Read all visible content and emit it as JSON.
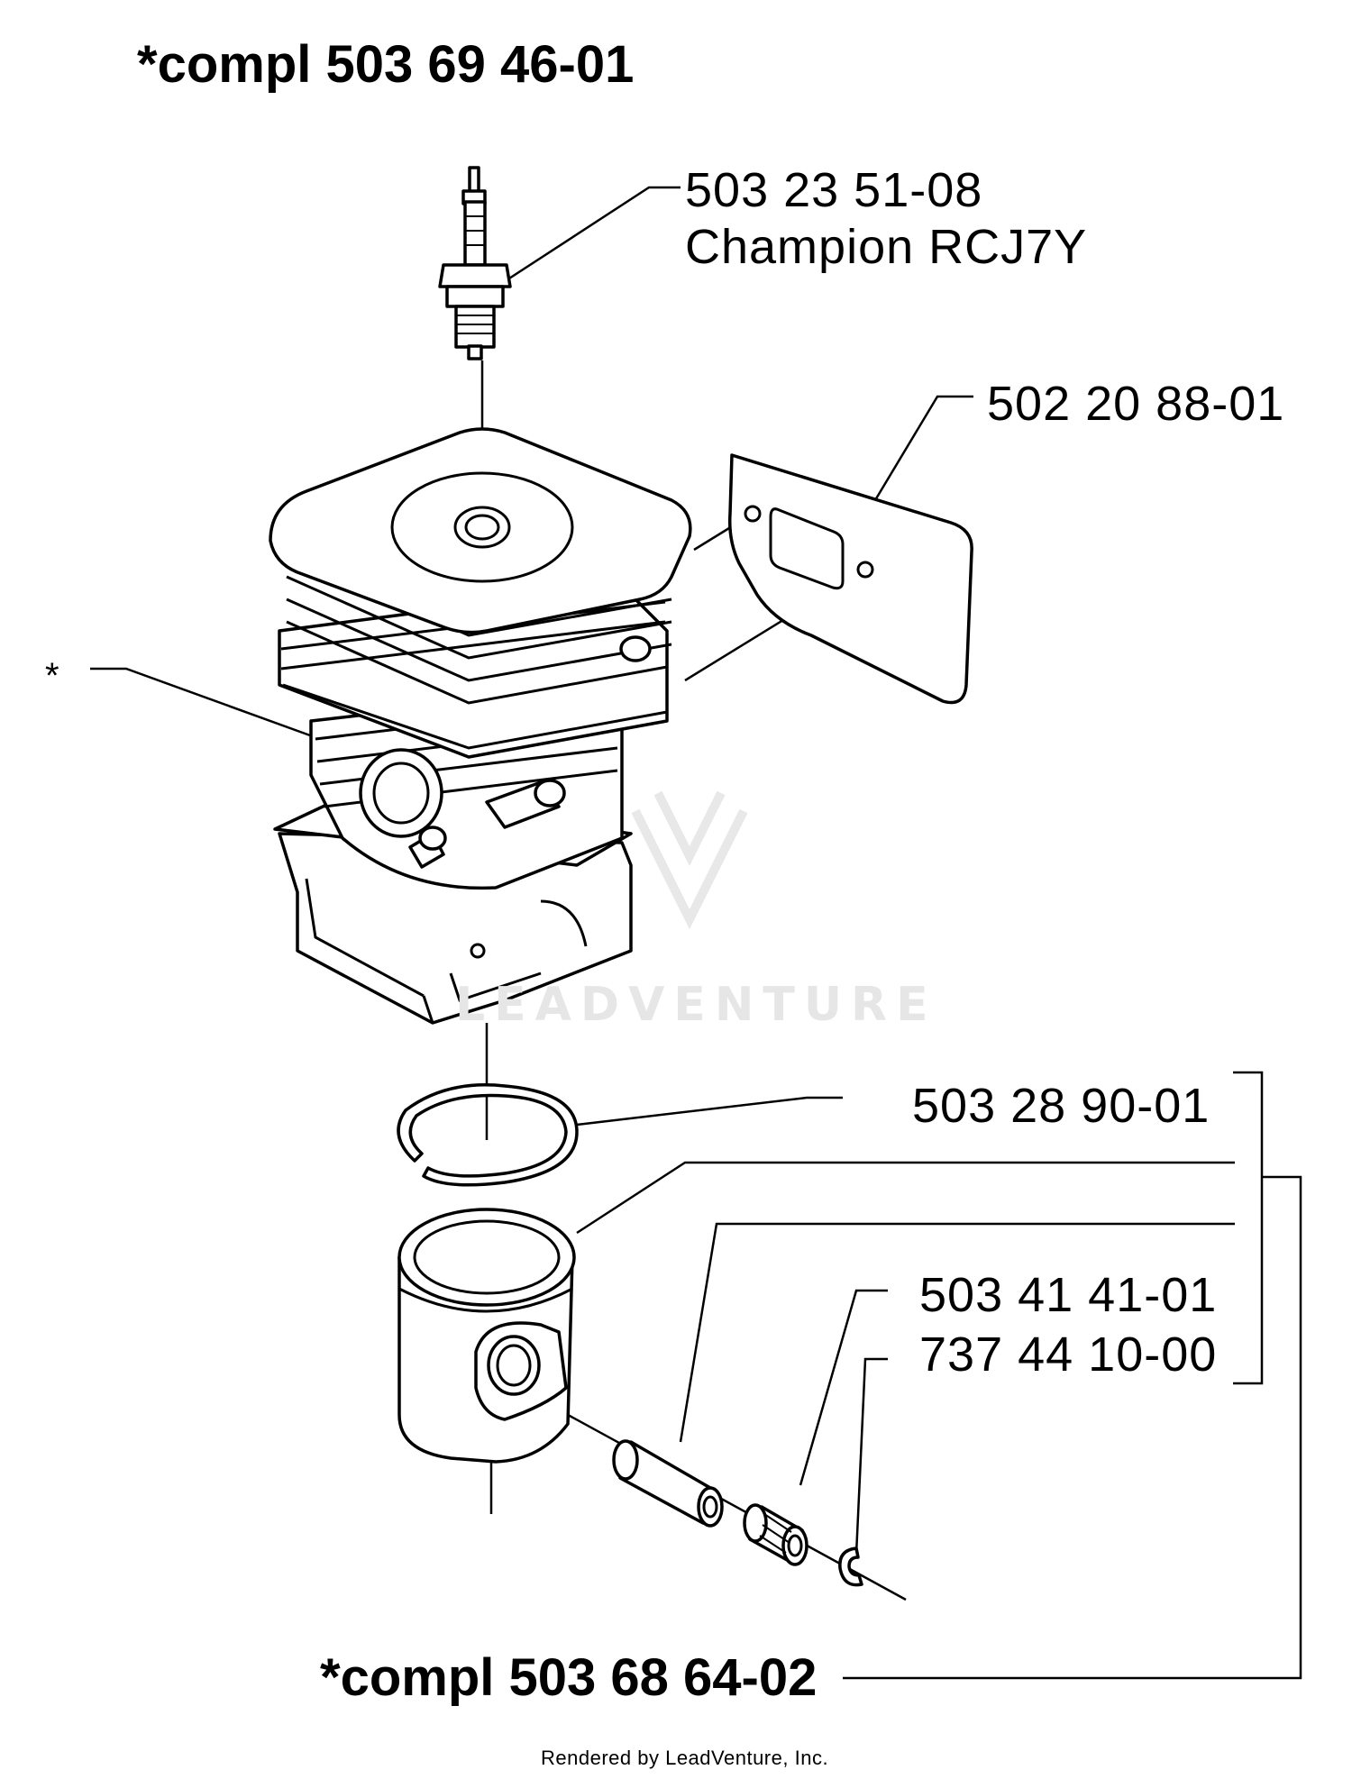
{
  "labels": {
    "top_compl": "*compl 503 69 46-01",
    "spark_plug_pn": "503 23 51-08",
    "spark_plug_name": "Champion RCJ7Y",
    "gasket_pn": "502 20 88-01",
    "asterisk": "*",
    "ring_pn": "503 28 90-01",
    "pin_pn": "503 41 41-01",
    "bearing_pn": "737 44 10-00",
    "bottom_compl": "*compl 503 68 64-02"
  },
  "watermark": "LEADVENTURE",
  "footer": "Rendered by LeadVenture, Inc."
}
